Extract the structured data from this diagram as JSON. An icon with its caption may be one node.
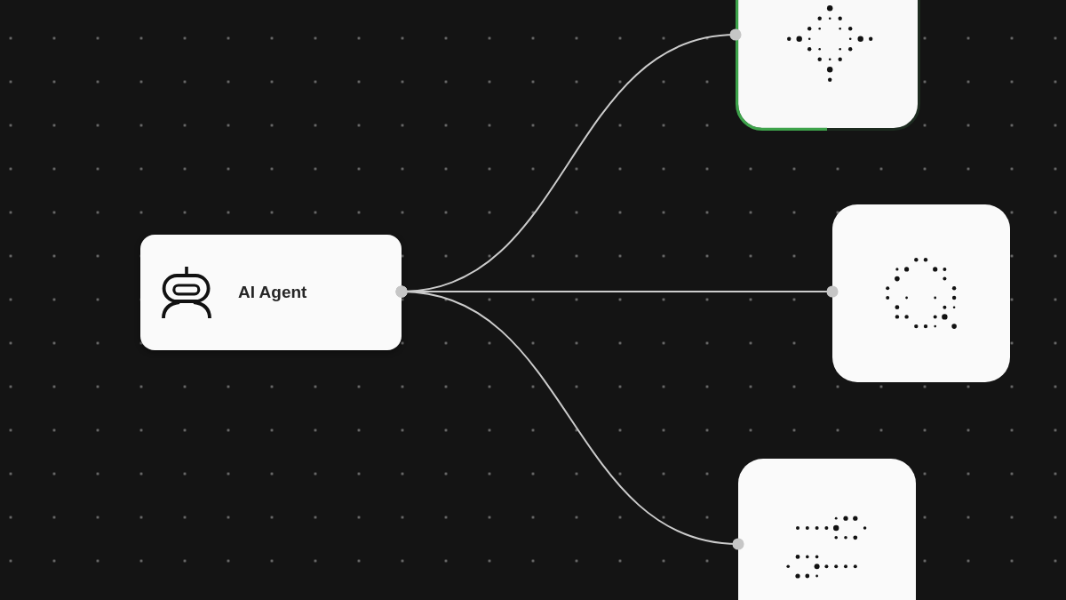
{
  "diagram": {
    "nodes": [
      {
        "text": [
          "AI Agent"
        ]
      },
      {
        "text": [],
        "shape": "box"
      },
      {
        "text": [],
        "shape": "box"
      },
      {
        "text": [],
        "shape": "box"
      }
    ],
    "edges": [
      {
        "from": 0,
        "to": 1,
        "arrow": "other"
      },
      {
        "from": 0,
        "to": 2,
        "arrow": "other"
      },
      {
        "from": 0,
        "to": 3,
        "arrow": "other"
      }
    ]
  }
}
